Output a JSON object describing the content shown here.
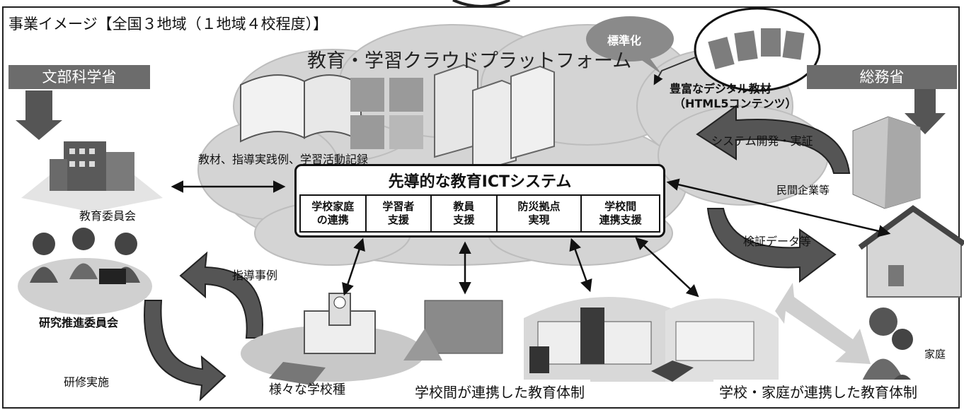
{
  "title": "事業イメージ【全国３地域（１地域４校程度）】",
  "platform_title": "教育・学習クラウドプラットフォーム",
  "standardization": "標準化",
  "digital_materials": "豊富なデジタル教材",
  "html5": "（HTML5コンテンツ）",
  "mext": "文部科学省",
  "mic": "総務省",
  "teaching_materials_label": "教材、指導実践例、学習活動記録",
  "system": {
    "title": "先導的な教育ICTシステム",
    "cells": [
      "学校家庭\nの連携",
      "学習者\n支援",
      "教員\n支援",
      "防災拠点\n実現",
      "学校間\n連携支援"
    ]
  },
  "system_dev": "システム開発・実証",
  "private_companies": "民間企業等",
  "verification_data": "検証データ等",
  "board_of_education": "教育委員会",
  "research_committee": "研究推進委員会",
  "guidance_cases": "指導事例",
  "training": "研修実施",
  "various_schools": "様々な学校種",
  "inter_school_system": "学校間が連携した教育体制",
  "school_home_system": "学校・家庭が連携した教育体制",
  "home": "家庭",
  "colors": {
    "gov_bar": "#6c6c6c",
    "cloud": "#d4d4d4",
    "arrow_dark": "#555555"
  }
}
